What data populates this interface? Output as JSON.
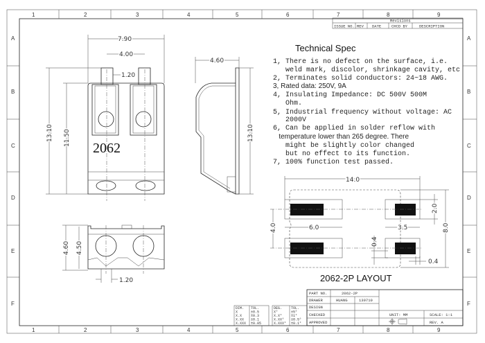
{
  "frame": {
    "columns": [
      "1",
      "2",
      "3",
      "4",
      "5",
      "6",
      "7",
      "8",
      "9"
    ],
    "rows": [
      "A",
      "B",
      "C",
      "D",
      "E",
      "F"
    ]
  },
  "revisions": {
    "title": "Revisions",
    "headers": [
      "ISSUE NO.",
      "REV",
      "DATE",
      "CHCD BY",
      "DESCRIPTION"
    ]
  },
  "spec": {
    "title": "Technical Spec",
    "lines": [
      "1, There is no defect on the surface, i.e.",
      "   weld mark, discolor, shrinkage cavity, etc",
      "2, Terminates solid conductors: 24~18 AWG.",
      "3, Rated data: 250V, 9A",
      "4, Insulating Impedance: DC 500V 500M",
      "   Ohm.",
      "5, Industrial frequency without voltage: AC",
      "   2000V",
      "6, Can be applied in solder reflow with",
      "   temperature lower than 265 degree. There",
      "   might be slightly color changed",
      "   but no effect to its function.",
      "7, 100% function test passed."
    ]
  },
  "front_view": {
    "label": "2062",
    "dims": {
      "width": "7.90",
      "pitch": "4.00",
      "pin": "1.20",
      "height": "13.10",
      "body_height": "11.50"
    }
  },
  "side_view": {
    "dims": {
      "depth": "4.60",
      "height": "13.10"
    }
  },
  "bottom_view": {
    "dims": {
      "height": "4.60",
      "body_height": "4.50",
      "pin": "1.20"
    }
  },
  "layout": {
    "title": "2062-2P LAYOUT",
    "dims": {
      "overall": "14.0",
      "pad_long": "6.0",
      "pad_short": "3.5",
      "pad_height": "2.0",
      "overall_height": "8.0",
      "pitch": "4.0",
      "gap_v": "0.4",
      "gap_h": "0.4"
    }
  },
  "tolerance": {
    "linear": {
      "headers": [
        "DIM.",
        "TOL."
      ],
      "rows": [
        [
          "X",
          "±0.5"
        ],
        [
          "X.X",
          "±0.3"
        ],
        [
          "X.XX",
          "±0.1"
        ],
        [
          "X.XXX",
          "±0.05"
        ]
      ]
    },
    "angular": {
      "headers": [
        "DEG.",
        "TOL."
      ],
      "rows": [
        [
          "X°",
          "±5°"
        ],
        [
          "X.X°",
          "±1°"
        ],
        [
          "X.XX°",
          "±0.5°"
        ],
        [
          "X.XXX°",
          "±0.1°"
        ]
      ]
    }
  },
  "title_block": {
    "part_no_label": "PART NO.",
    "part_no": "2062-2P",
    "drawer_label": "DRAWER",
    "drawer": "HUANG",
    "date": "130710",
    "design_label": "DESIGN",
    "checked_label": "CHECKED",
    "approved_label": "APPROVED",
    "unit": "UNIT: MM",
    "scale": "SCALE: 1:1",
    "rev": "REV.  A"
  }
}
